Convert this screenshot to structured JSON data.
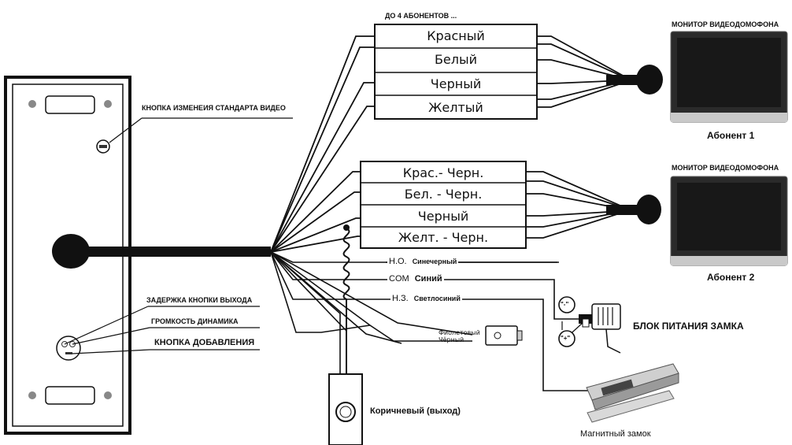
{
  "header": {
    "top_label": "ДО 4 АБОНЕНТОВ ..."
  },
  "group1": {
    "wires": [
      "Красный",
      "Белый",
      "Черный",
      "Желтый"
    ],
    "monitor_title": "МОНИТОР ВИДЕОДОМОФОНА",
    "subscriber": "Абонент 1"
  },
  "group2": {
    "wires": [
      "Крас.- Черн.",
      "Бел. - Черн.",
      "Черный",
      "Желт. - Черн."
    ],
    "monitor_title": "МОНИТОР ВИДЕОДОМОФОНА",
    "subscriber": "Абонент 2"
  },
  "panel": {
    "video_standard_button": "КНОПКА ИЗМЕНЕИЯ СТАНДАРТА ВИДЕО",
    "exit_delay": "ЗАДЕРЖКА КНОПКИ ВЫХОДА",
    "speaker_volume": "ГРОМКОСТЬ ДИНАМИКА",
    "add_button": "КНОПКА ДОБАВЛЕНИЯ"
  },
  "lock_wires": {
    "no_label": "Н.О.",
    "no_color": "Синечерный",
    "com_label": "COM",
    "com_color": "Синий",
    "nc_label": "Н.З.",
    "nc_color": "Светлосиний"
  },
  "electric_lock": {
    "wire1": "Фиолетовый",
    "wire2": "Чёрный"
  },
  "exit_button": {
    "label": "Коричневый (выход)"
  },
  "power_supply": {
    "label": "БЛОК ПИТАНИЯ ЗАМКА",
    "minus": "\"-\"",
    "plus": "\"+\""
  },
  "magnetic_lock": {
    "label": "Магнитный замок"
  }
}
